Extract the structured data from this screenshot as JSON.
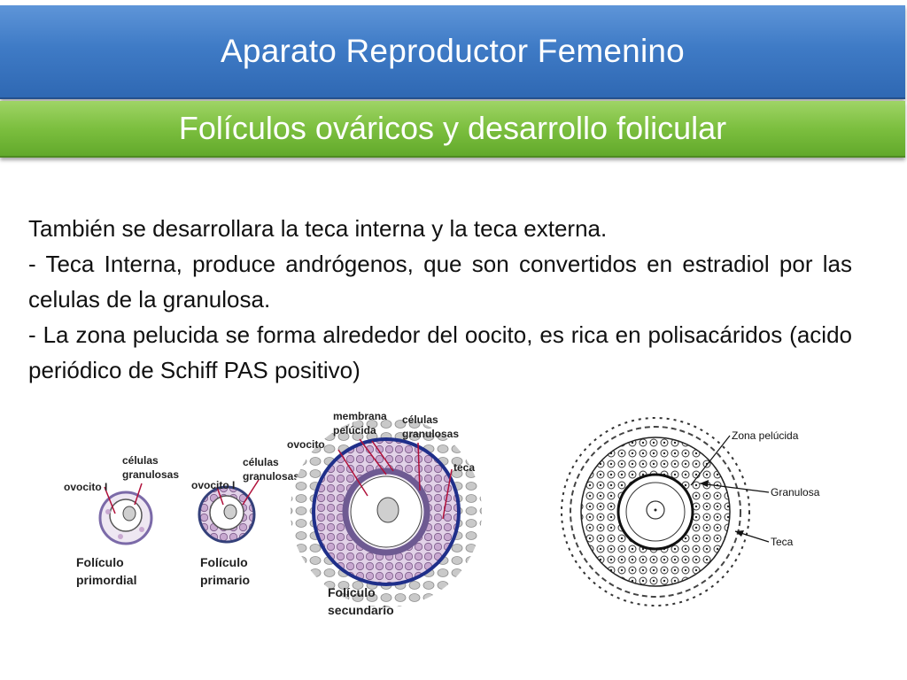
{
  "slide": {
    "title": "Aparato Reproductor Femenino",
    "subtitle": "Folículos ováricos y desarrollo folicular",
    "paragraphs": [
      "También se desarrollara la teca interna y la teca externa.",
      "- Teca Interna, produce andrógenos, que son convertidos en estradiol por las celulas de la granulosa.",
      "- La zona pelucida se forma alrededor del oocito, es rica en polisacáridos (acido periódico de Schiff PAS positivo)"
    ]
  },
  "figure_labels": {
    "ovocito_1": "ovocito I",
    "celulas_1a": "células",
    "celulas_1b": "granulosas",
    "foliculo_1a": "Folículo",
    "foliculo_1b": "primordial",
    "ovocito_2": "ovocito I",
    "celulas_2a": "células",
    "celulas_2b": "granulosas",
    "foliculo_2a": "Folículo",
    "foliculo_2b": "primario",
    "membrana_a": "membrana",
    "membrana_b": "pelúcida",
    "ovocito_3": "ovocito",
    "celulas_3a": "células",
    "celulas_3b": "granulosas",
    "teca": "teca",
    "foliculo_3a": "Folículo",
    "foliculo_3b": "secundario",
    "zona_pelucida": "Zona pelúcida",
    "granulosa": "Granulosa",
    "teca_right": "Teca"
  },
  "colors": {
    "title_blue": "#3f7bc6",
    "subtitle_green": "#7cbf3f",
    "membrane_navy": "#1f2f8a",
    "pointer_red": "#b0103a",
    "granulosa_pink": "#c8a8d0"
  }
}
